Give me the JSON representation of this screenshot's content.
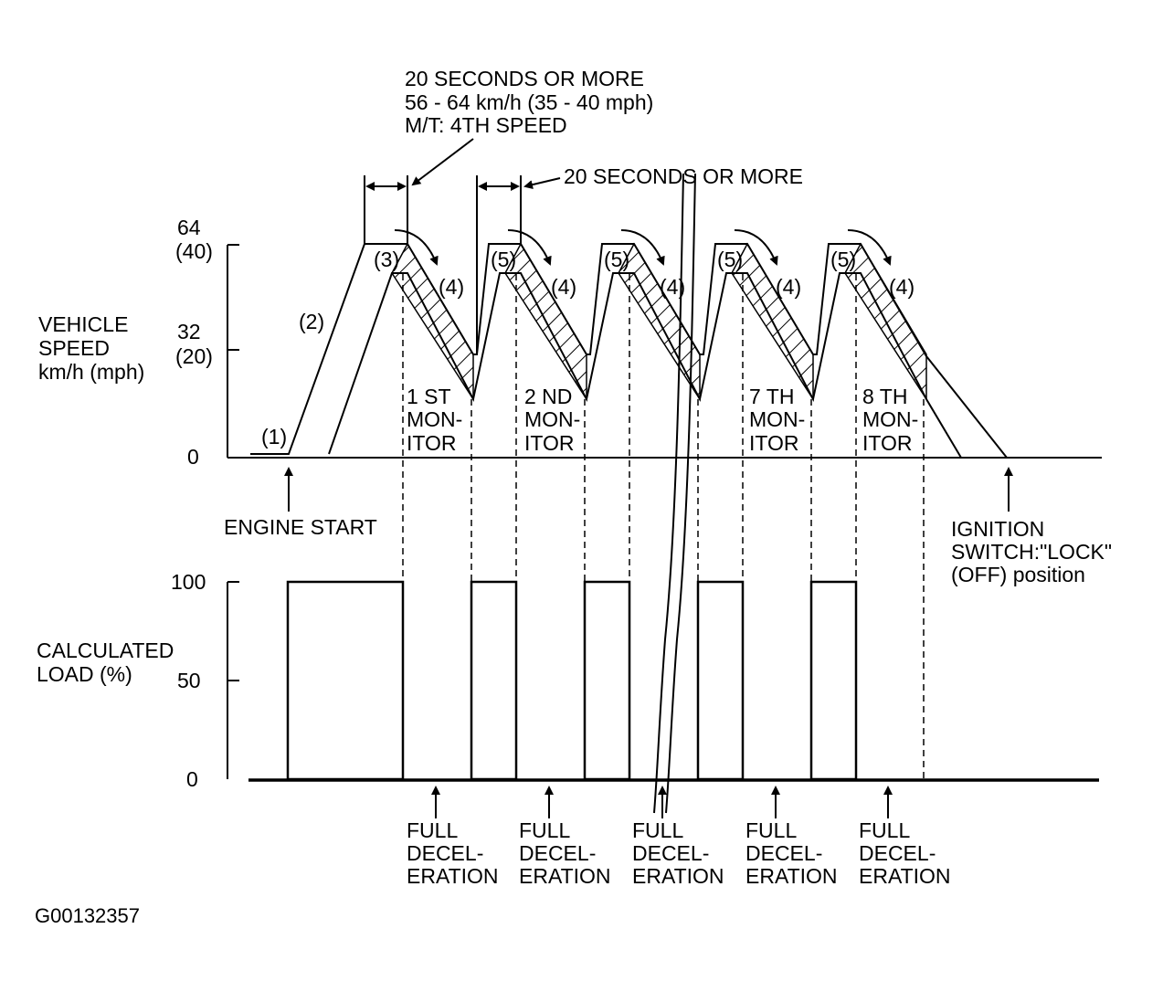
{
  "top_note": {
    "line1": "20 SECONDS OR MORE",
    "line2": "56 - 64 km/h (35 - 40 mph)",
    "line3": "M/T: 4TH SPEED"
  },
  "second_note": "20 SECONDS OR MORE",
  "speed_axis": {
    "label": [
      "VEHICLE",
      "SPEED",
      "km/h (mph)"
    ],
    "ticks": [
      {
        "value": "64",
        "sub": "(40)"
      },
      {
        "value": "32",
        "sub": "(20)"
      },
      {
        "value": "0",
        "sub": ""
      }
    ]
  },
  "load_axis": {
    "label": [
      "CALCULATED",
      "LOAD (%)"
    ],
    "ticks": [
      "100",
      "50",
      "0"
    ]
  },
  "step_labels": {
    "s1": "(1)",
    "s2": "(2)",
    "s3": "(3)",
    "s4": "(4)",
    "s5": "(5)"
  },
  "monitors": [
    {
      "line1": "1 ST",
      "line2": "MON-",
      "line3": "ITOR"
    },
    {
      "line1": "2 ND",
      "line2": "MON-",
      "line3": "ITOR"
    },
    {
      "line1": "7 TH",
      "line2": "MON-",
      "line3": "ITOR"
    },
    {
      "line1": "8 TH",
      "line2": "MON-",
      "line3": "ITOR"
    }
  ],
  "engine_start": "ENGINE START",
  "ignition": [
    "IGNITION",
    "SWITCH:\"LOCK\"",
    "(OFF) position"
  ],
  "full_decel": [
    "FULL",
    "DECEL-",
    "ERATION"
  ],
  "figure_id": "G00132357"
}
